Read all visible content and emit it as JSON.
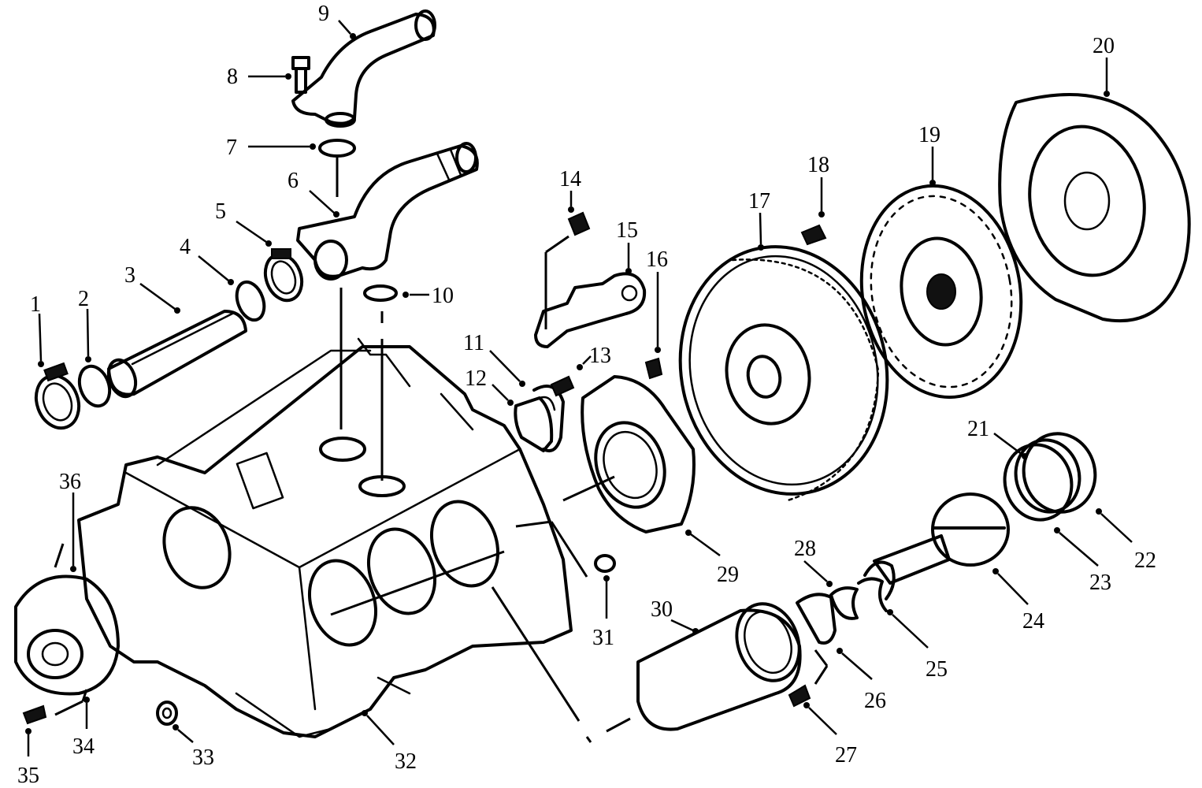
{
  "callouts": [
    {
      "id": "1",
      "label": "1"
    },
    {
      "id": "2",
      "label": "2"
    },
    {
      "id": "3",
      "label": "3"
    },
    {
      "id": "4",
      "label": "4"
    },
    {
      "id": "5",
      "label": "5"
    },
    {
      "id": "6",
      "label": "6"
    },
    {
      "id": "7",
      "label": "7"
    },
    {
      "id": "8",
      "label": "8"
    },
    {
      "id": "9",
      "label": "9"
    },
    {
      "id": "10",
      "label": "10"
    },
    {
      "id": "11",
      "label": "11"
    },
    {
      "id": "12",
      "label": "12"
    },
    {
      "id": "13",
      "label": "13"
    },
    {
      "id": "14",
      "label": "14"
    },
    {
      "id": "15",
      "label": "15"
    },
    {
      "id": "16",
      "label": "16"
    },
    {
      "id": "17",
      "label": "17"
    },
    {
      "id": "18",
      "label": "18"
    },
    {
      "id": "19",
      "label": "19"
    },
    {
      "id": "20",
      "label": "20"
    },
    {
      "id": "21",
      "label": "21"
    },
    {
      "id": "22",
      "label": "22"
    },
    {
      "id": "23",
      "label": "23"
    },
    {
      "id": "24",
      "label": "24"
    },
    {
      "id": "25",
      "label": "25"
    },
    {
      "id": "26",
      "label": "26"
    },
    {
      "id": "27",
      "label": "27"
    },
    {
      "id": "28",
      "label": "28"
    },
    {
      "id": "29",
      "label": "29"
    },
    {
      "id": "30",
      "label": "30"
    },
    {
      "id": "31",
      "label": "31"
    },
    {
      "id": "32",
      "label": "32"
    },
    {
      "id": "33",
      "label": "33"
    },
    {
      "id": "34",
      "label": "34"
    },
    {
      "id": "35",
      "label": "35"
    },
    {
      "id": "36",
      "label": "36"
    }
  ]
}
